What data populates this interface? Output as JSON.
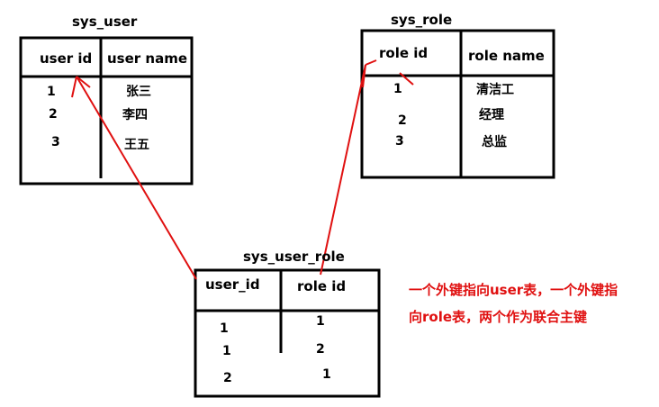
{
  "sys_user": {
    "title": "sys_user",
    "headers": [
      "user id",
      "user name"
    ],
    "rows": [
      [
        "1",
        "张三"
      ],
      [
        "2",
        "李四"
      ],
      [
        "3",
        "王五"
      ]
    ]
  },
  "sys_role": {
    "title": "sys_role",
    "headers": [
      "role id",
      "role name"
    ],
    "rows": [
      [
        "1",
        "清洁工"
      ],
      [
        "2",
        "经理"
      ],
      [
        "3",
        "总监"
      ]
    ]
  },
  "sys_user_role": {
    "title": "sys_user_role",
    "headers": [
      "user_id",
      "role id"
    ],
    "rows": [
      [
        "1",
        "1"
      ],
      [
        "1",
        "2"
      ],
      [
        "2",
        "1"
      ]
    ]
  },
  "annotation": {
    "line1": "一个外键指向user表，一个外键指",
    "line2": "向role表，两个作为联合主键"
  },
  "colors": {
    "border": "#000000",
    "arrow": "#e01010",
    "note": "#e01010"
  }
}
